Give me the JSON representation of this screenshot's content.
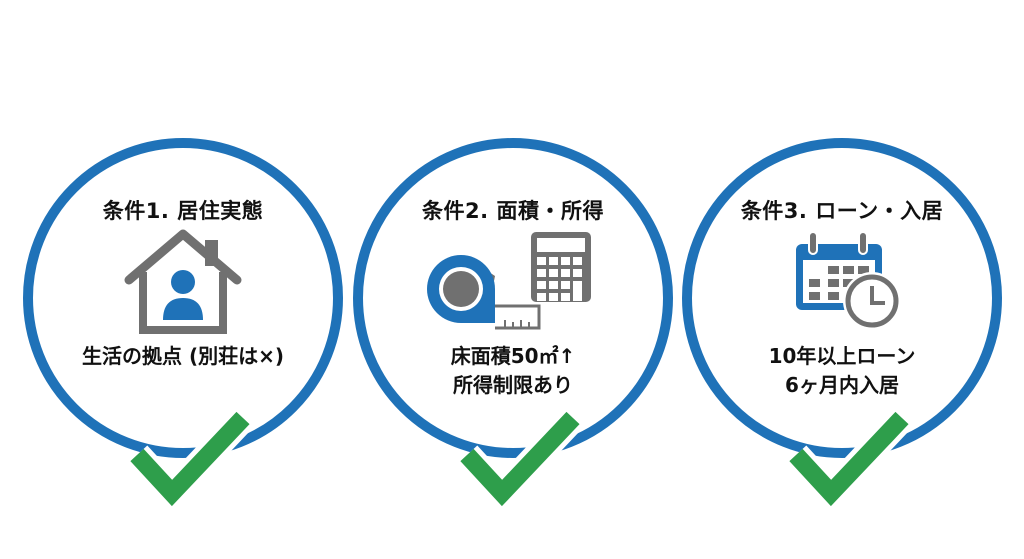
{
  "colors": {
    "ring": "#1F72B8",
    "check": "#2E9E4B",
    "icon_gray": "#707070",
    "icon_blue": "#1F72B8",
    "text": "#111111",
    "background": "#FFFFFF"
  },
  "conditions": [
    {
      "title": "条件1. 居住実態",
      "icon": "house-person-icon",
      "lines": [
        "生活の拠点 (別荘は×)"
      ],
      "status": "check-icon"
    },
    {
      "title": "条件2. 面積・所得",
      "icon": "tape-measure-calculator-icon",
      "lines": [
        "床面積50㎡↑",
        "所得制限あり"
      ],
      "status": "check-icon"
    },
    {
      "title": "条件3. ローン・入居",
      "icon": "calendar-clock-icon",
      "lines": [
        "10年以上ローン",
        "6ヶ月内入居"
      ],
      "status": "check-icon"
    }
  ]
}
